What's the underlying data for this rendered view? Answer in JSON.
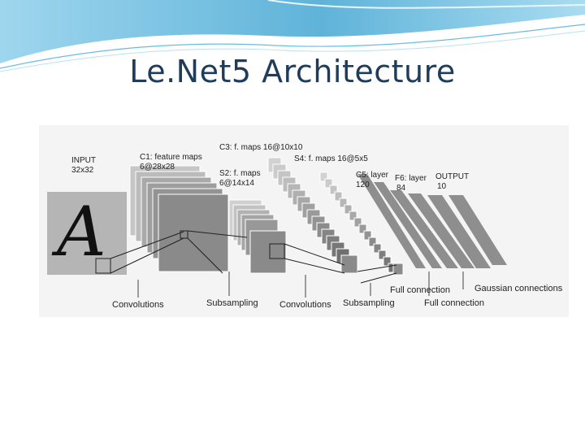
{
  "slide": {
    "title": "Le.Net5 Architecture"
  },
  "diagram": {
    "layer_labels": {
      "input_name": "INPUT",
      "input_size": "32x32",
      "c1_name": "C1: feature maps",
      "c1_size": "6@28x28",
      "s2_name": "S2: f. maps",
      "s2_size": "6@14x14",
      "c3": "C3: f. maps 16@10x10",
      "s4": "S4: f. maps 16@5x5",
      "c5_name": "C5: layer",
      "c5_size": "120",
      "f6_name": "F6: layer",
      "f6_size": "84",
      "output_name": "OUTPUT",
      "output_size": "10"
    },
    "operation_labels": {
      "conv1": "Convolutions",
      "sub1": "Subsampling",
      "conv2": "Convolutions",
      "sub2": "Subsampling",
      "full1": "Full connection",
      "full2": "Full connection",
      "gaussian": "Gaussian connections"
    },
    "input_character": "A",
    "colors": {
      "panel": "#f4f4f4",
      "input_map": "#b5b5b5",
      "map_light": "#c6c6c6",
      "map_mid": "#a2a2a2",
      "map_dark": "#8a8a8a",
      "connection_stripe": "#8e8e8e",
      "banner_blue": "#5fb3d9"
    }
  }
}
